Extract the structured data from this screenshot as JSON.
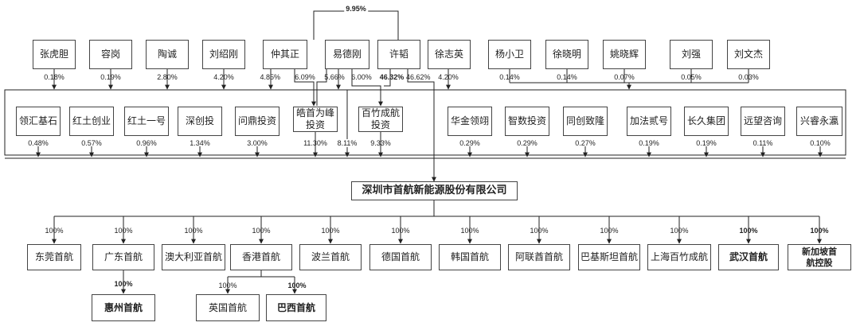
{
  "top_holders": [
    {
      "name": "张虎胆",
      "pct": "0.18%"
    },
    {
      "name": "容岗",
      "pct": "0.19%"
    },
    {
      "name": "陶诚",
      "pct": "2.80%"
    },
    {
      "name": "刘绍刚",
      "pct": "4.20%"
    },
    {
      "name": "仲其正",
      "pct": "4.85%"
    },
    {
      "name": "易德刚",
      "pct": "5.66%"
    },
    {
      "name": "许韬",
      "pct": "46.62%"
    },
    {
      "name": "徐志英",
      "pct": "4.20%"
    },
    {
      "name": "杨小卫",
      "pct": "0.14%"
    },
    {
      "name": "徐晓明",
      "pct": "0.14%"
    },
    {
      "name": "姚晓辉",
      "pct": "0.07%"
    },
    {
      "name": "刘强",
      "pct": "0.05%"
    },
    {
      "name": "刘文杰",
      "pct": "0.03%"
    }
  ],
  "cross_pcts": {
    "top_bridge": "9.95%",
    "zhong_to_haoshou": "6.09%",
    "yi_to_baizhu": "6.00%",
    "xu_to_baizhu": "46.32%"
  },
  "mid_holders": [
    {
      "name": "领汇基石",
      "pct": "0.48%"
    },
    {
      "name": "红土创业",
      "pct": "0.57%"
    },
    {
      "name": "红土一号",
      "pct": "0.96%"
    },
    {
      "name": "深创投",
      "pct": "1.34%"
    },
    {
      "name": "问鼎投资",
      "pct": "3.00%"
    },
    {
      "name": "皓首为峰投资",
      "pct": "11.30%"
    },
    {
      "name": "",
      "pct": "8.11%"
    },
    {
      "name": "百竹成航投资",
      "pct": "9.33%"
    },
    {
      "name": "华金领翊",
      "pct": "0.29%"
    },
    {
      "name": "智数投资",
      "pct": "0.29%"
    },
    {
      "name": "同创致隆",
      "pct": "0.27%"
    },
    {
      "name": "加法贰号",
      "pct": "0.19%"
    },
    {
      "name": "长久集团",
      "pct": "0.19%"
    },
    {
      "name": "远望咨询",
      "pct": "0.11%"
    },
    {
      "name": "兴睿永瀛",
      "pct": "0.10%"
    }
  ],
  "company": {
    "name": "深圳市首航新能源股份有限公司"
  },
  "subsidiaries": [
    {
      "name": "东莞首航",
      "pct": "100%"
    },
    {
      "name": "广东首航",
      "pct": "100%"
    },
    {
      "name": "澳大利亚首航",
      "pct": "100%"
    },
    {
      "name": "香港首航",
      "pct": "100%"
    },
    {
      "name": "波兰首航",
      "pct": "100%"
    },
    {
      "name": "德国首航",
      "pct": "100%"
    },
    {
      "name": "韩国首航",
      "pct": "100%"
    },
    {
      "name": "阿联酋首航",
      "pct": "100%"
    },
    {
      "name": "巴基斯坦首航",
      "pct": "100%"
    },
    {
      "name": "上海百竹成航",
      "pct": "100%"
    },
    {
      "name": "武汉首航",
      "pct": "100%"
    },
    {
      "name": "新加坡首航控股",
      "pct": "100%"
    }
  ],
  "second_level": [
    {
      "name": "惠州首航",
      "pct": "100%"
    },
    {
      "name": "英国首航",
      "pct": "100%"
    },
    {
      "name": "巴西首航",
      "pct": "100%"
    }
  ]
}
